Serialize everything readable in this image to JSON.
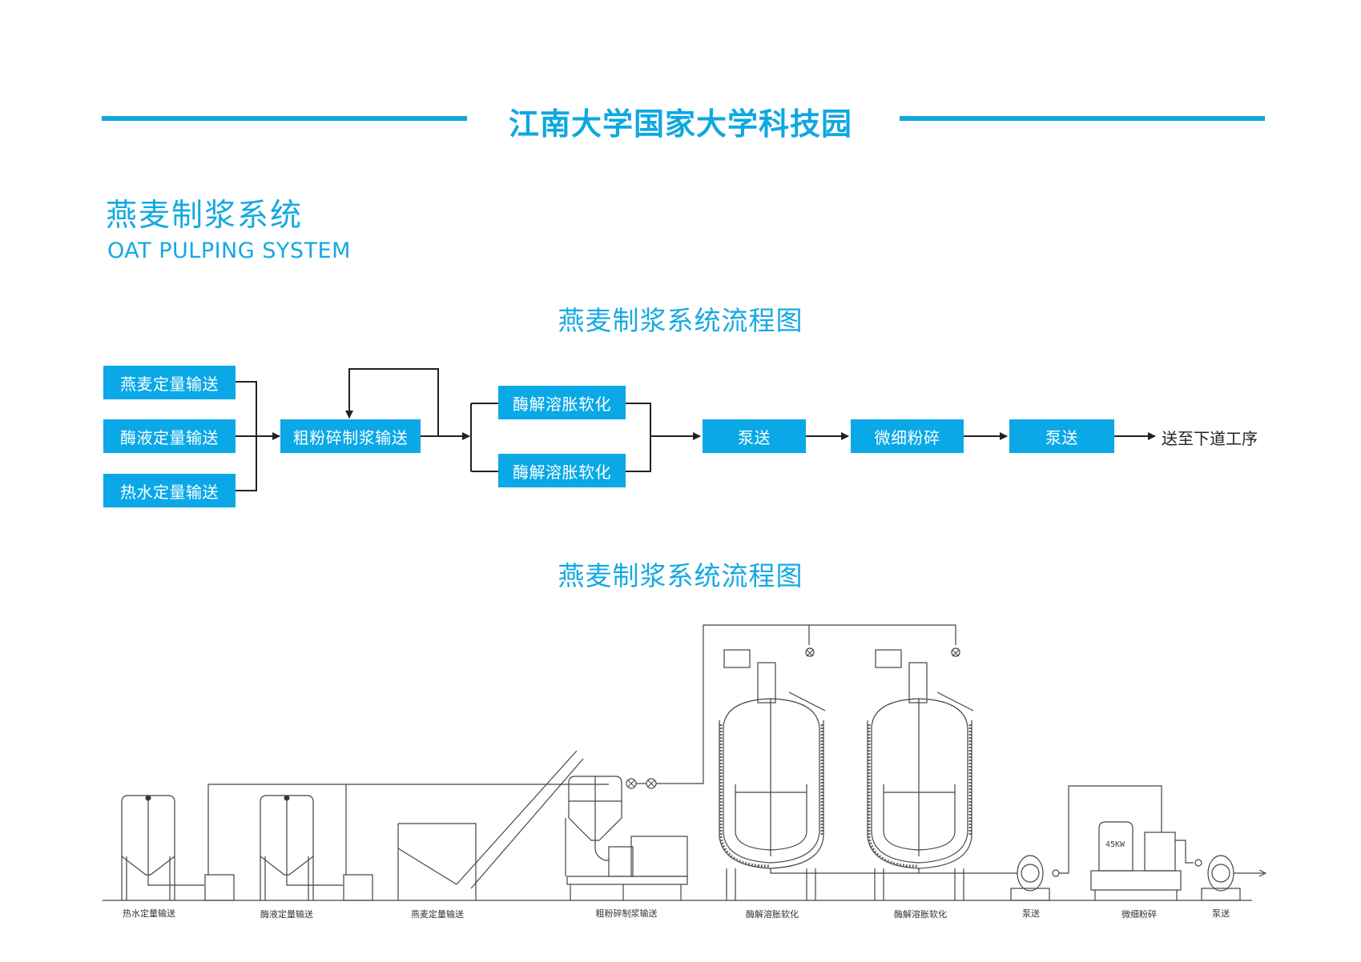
{
  "header": {
    "organization": "江南大学国家大学科技园",
    "accent_color": "#0fa8e0"
  },
  "section": {
    "title_cn": "燕麦制浆系统",
    "title_en": "OAT PULPING SYSTEM"
  },
  "flowchart": {
    "title": "燕麦制浆系统流程图",
    "box_color": "#0aa8e6",
    "inputs": [
      {
        "label": "燕麦定量输送"
      },
      {
        "label": "酶液定量输送"
      },
      {
        "label": "热水定量输送"
      }
    ],
    "coarse_grinding": {
      "label": "粗粉碎制浆输送"
    },
    "enzymolysis": [
      {
        "label": "酶解溶胀软化"
      },
      {
        "label": "酶解溶胀软化"
      }
    ],
    "pump_1": {
      "label": "泵送"
    },
    "fine_grinding": {
      "label": "微细粉碎"
    },
    "pump_2": {
      "label": "泵送"
    },
    "output": {
      "label": "送至下道工序"
    }
  },
  "equipment_drawing": {
    "title": "燕麦制浆系统流程图",
    "motor_rating": "45KW",
    "labels": [
      "热水定量输送",
      "酶液定量输送",
      "燕麦定量输送",
      "粗粉碎制浆输送",
      "酶解溶胀软化",
      "酶解溶胀软化",
      "泵送",
      "微细粉碎",
      "泵送"
    ]
  }
}
